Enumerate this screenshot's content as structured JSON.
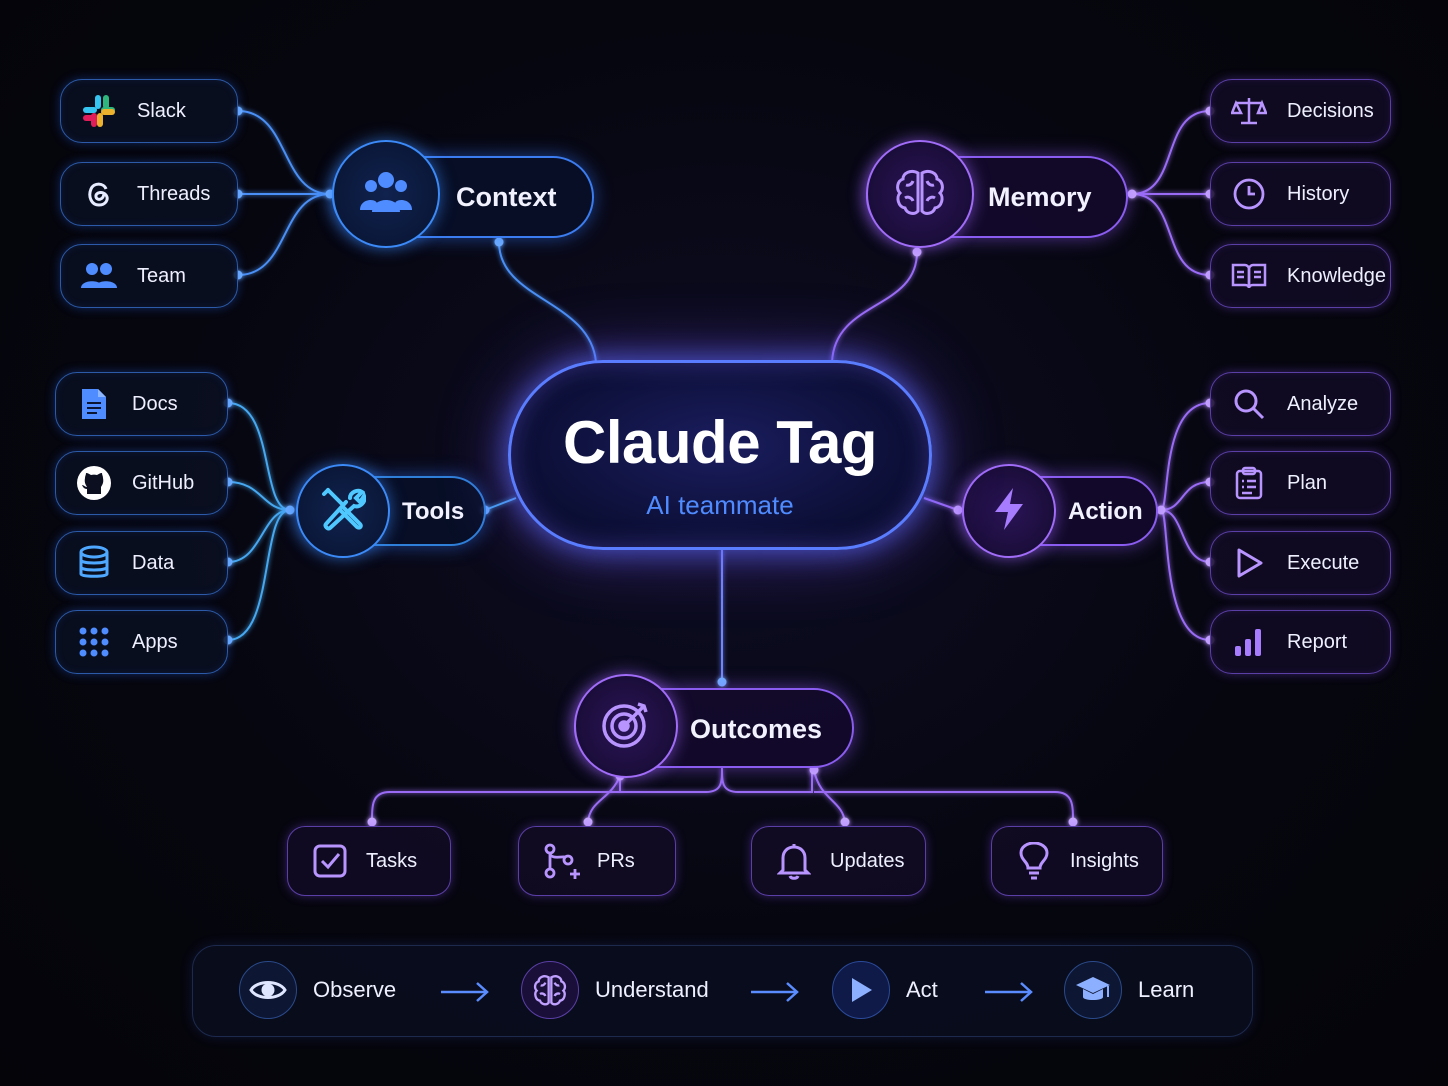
{
  "center": {
    "title": "Claude Tag",
    "subtitle": "AI teammate"
  },
  "hubs": {
    "context": "Context",
    "memory": "Memory",
    "tools": "Tools",
    "action": "Action",
    "outcomes": "Outcomes"
  },
  "context_items": [
    "Slack",
    "Threads",
    "Team"
  ],
  "memory_items": [
    "Decisions",
    "History",
    "Knowledge"
  ],
  "tools_items": [
    "Docs",
    "GitHub",
    "Data",
    "Apps"
  ],
  "action_items": [
    "Analyze",
    "Plan",
    "Execute",
    "Report"
  ],
  "outcome_items": [
    "Tasks",
    "PRs",
    "Updates",
    "Insights"
  ],
  "flow": [
    "Observe",
    "Understand",
    "Act",
    "Learn"
  ],
  "icons": {
    "context_items": [
      "slack-icon",
      "threads-icon",
      "team-icon"
    ],
    "memory_items": [
      "scale-icon",
      "clock-icon",
      "book-icon"
    ],
    "tools_items": [
      "document-icon",
      "github-icon",
      "database-icon",
      "grid-icon"
    ],
    "action_items": [
      "search-icon",
      "clipboard-icon",
      "play-icon",
      "bar-chart-icon"
    ],
    "outcome_items": [
      "checkbox-icon",
      "git-branch-icon",
      "bell-icon",
      "lightbulb-icon"
    ],
    "flow": [
      "eye-icon",
      "brain-icon",
      "play-icon",
      "graduation-cap-icon"
    ]
  },
  "colors": {
    "blue": "#3b8af8",
    "purple": "#a06cf8",
    "center_border": "#5a7cff",
    "subtitle": "#4f8bff"
  }
}
